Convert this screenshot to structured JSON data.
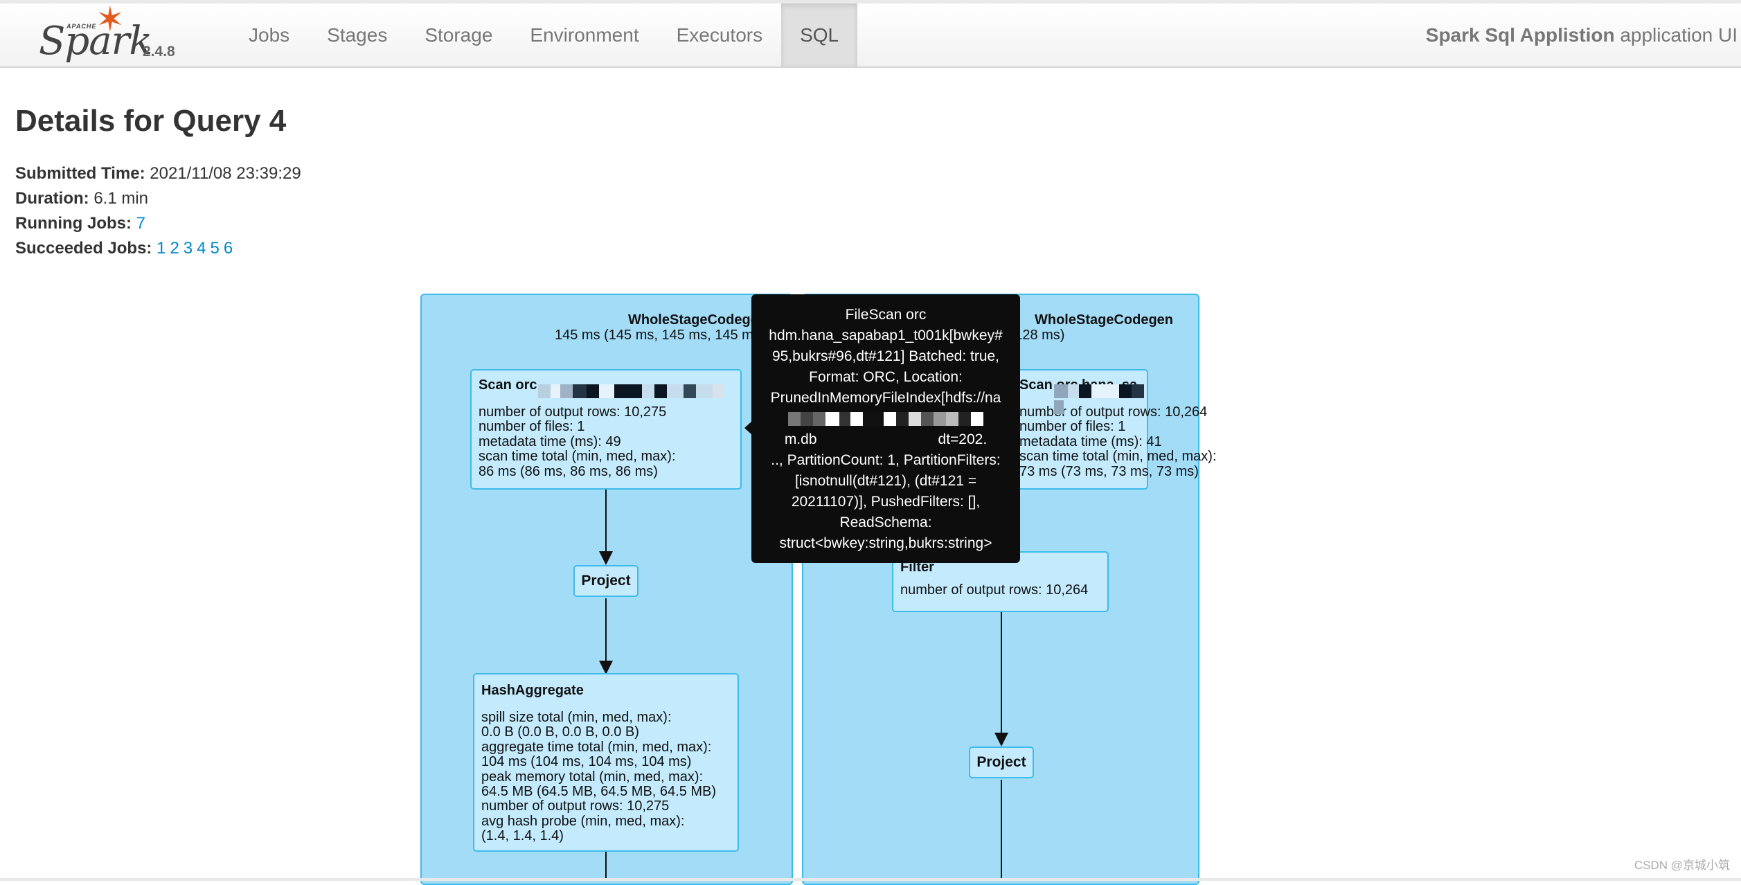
{
  "navbar": {
    "brand_apache": "APACHE",
    "brand_name": "Spark",
    "version": "2.4.8",
    "items": [
      {
        "label": "Jobs"
      },
      {
        "label": "Stages"
      },
      {
        "label": "Storage"
      },
      {
        "label": "Environment"
      },
      {
        "label": "Executors"
      },
      {
        "label": "SQL",
        "active": true
      }
    ],
    "app_name": "Spark Sql Applistion",
    "app_suffix": " application UI"
  },
  "page": {
    "title": "Details for Query 4",
    "submitted_label": "Submitted Time:",
    "submitted_value": "2021/11/08 23:39:29",
    "duration_label": "Duration:",
    "duration_value": "6.1 min",
    "running_label": "Running Jobs:",
    "running_jobs": [
      "7"
    ],
    "succeeded_label": "Succeeded Jobs:",
    "succeeded_jobs": [
      "1",
      "2",
      "3",
      "4",
      "5",
      "6"
    ]
  },
  "plan": {
    "left_cluster": {
      "title": "WholeStageCodegen",
      "metric": "145 ms (145 ms, 145 ms, 145 ms)"
    },
    "right_cluster": {
      "title": "WholeStageCodegen",
      "metric": "128 ms (128 ms, 128 ms, 128 ms)"
    },
    "scan_left": {
      "name": "Scan orc",
      "metrics": "number of output rows: 10,275\nnumber of files: 1\nmetadata time (ms): 49\nscan time total (min, med, max):\n86 ms (86 ms, 86 ms, 86 ms)"
    },
    "project_left": {
      "name": "Project"
    },
    "hash_agg": {
      "name": "HashAggregate",
      "metrics": "spill size total (min, med, max):\n0.0 B (0.0 B, 0.0 B, 0.0 B)\naggregate time total (min, med, max):\n104 ms (104 ms, 104 ms, 104 ms)\npeak memory total (min, med, max):\n64.5 MB (64.5 MB, 64.5 MB, 64.5 MB)\nnumber of output rows: 10,275\navg hash probe (min, med, max):\n(1.4, 1.4, 1.4)"
    },
    "scan_right": {
      "name": "Scan orc hana_sa",
      "metrics": "number of output rows: 10,264\nnumber of files: 1\nmetadata time (ms): 41\nscan time total (min, med, max):\n73 ms (73 ms, 73 ms, 73 ms)"
    },
    "filter": {
      "name": "Filter",
      "metrics": "number of output rows: 10,264"
    },
    "project_right": {
      "name": "Project"
    }
  },
  "tooltip": {
    "lines": [
      "FileScan orc",
      "hdm.hana_sapabap1_t001k[bwkey#",
      "95,bukrs#96,dt#121] Batched: true,",
      "Format: ORC, Location:",
      "PrunedInMemoryFileIndex[hdfs://na",
      "",
      "m.db                              dt=202.",
      ".., PartitionCount: 1, PartitionFilters:",
      "[isnotnull(dt#121), (dt#121 =",
      "20211107)], PushedFilters: [],",
      "ReadSchema:",
      "struct<bwkey:string,bukrs:string>"
    ]
  },
  "watermark": "CSDN @京城小筑",
  "colors": {
    "cluster_fill": "#a3dcf7",
    "cluster_border": "#3ebbe8",
    "node_fill": "#c3ebfd",
    "link": "#0088cc",
    "tooltip_bg": "#0d0d0d",
    "spark_orange": "#e25a1c"
  }
}
